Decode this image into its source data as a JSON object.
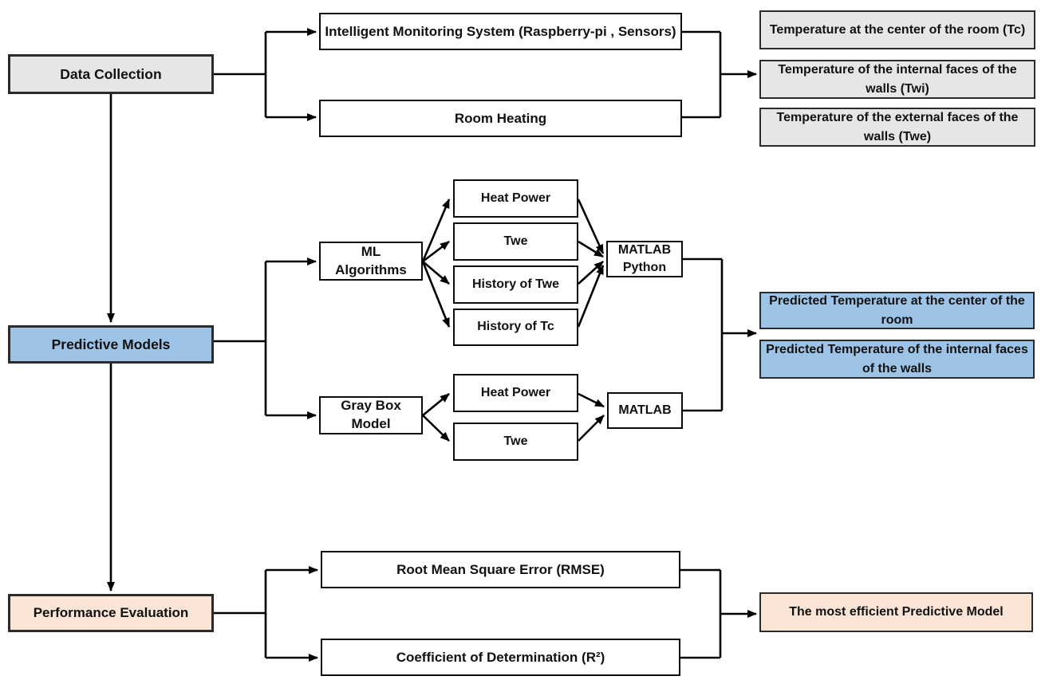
{
  "colors": {
    "gray_fill": "#E7E6E6",
    "blue_fill": "#9DC3E6",
    "peach_fill": "#FBE5D6",
    "line": "#000000"
  },
  "nodes": {
    "data_collection": "Data Collection",
    "intelligent_monitoring_system": "Intelligent Monitoring System (Raspberry-pi , Sensors)",
    "room_heating": "Room Heating",
    "temperature_center": "Temperature at the center of the room (Tc)",
    "temperature_internal": "Temperature of the internal faces of the walls (Twi)",
    "temperature_external": "Temperature of the external faces of the walls (Twe)",
    "predictive_models": "Predictive Models",
    "ml_algorithms": "ML\nAlgorithms",
    "ml_input_heat_power": "Heat Power",
    "ml_input_twe": "Twe",
    "ml_input_history_twe": "History of Twe",
    "ml_input_history_tc": "History of Tc",
    "matlab_python": "MATLAB\nPython",
    "gray_box_model": "Gray Box\nModel",
    "gb_input_heat_power": "Heat Power",
    "gb_input_twe": "Twe",
    "matlab": "MATLAB",
    "predicted_temperature_center": "Predicted Temperature at the center of the room",
    "predicted_temperature_internal": "Predicted Temperature of the internal faces of the walls",
    "performance_evaluation": "Performance Evaluation",
    "rmse": "Root Mean Square Error (RMSE)",
    "r_squared": "Coefficient of Determination (R²)",
    "most_efficient_model": "The most efficient Predictive Model"
  }
}
